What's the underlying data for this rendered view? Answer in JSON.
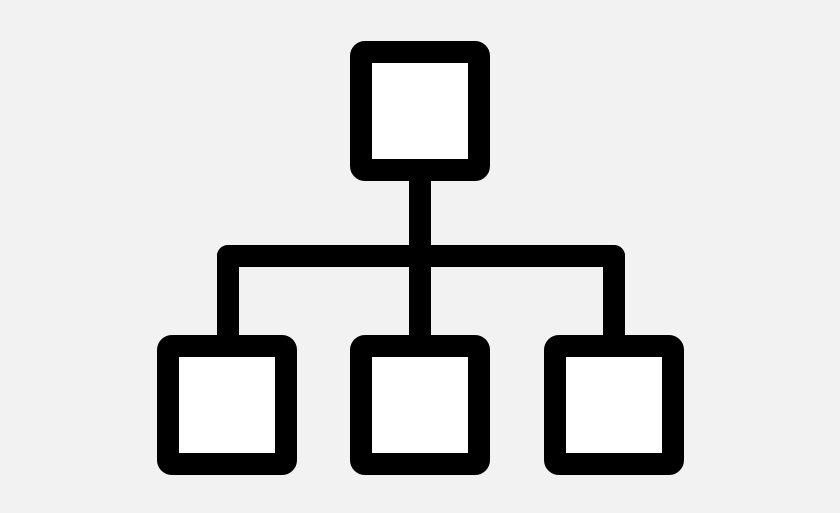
{
  "diagram": {
    "icon": "hierarchy-icon",
    "nodes": [
      {
        "id": "root",
        "level": 0
      },
      {
        "id": "child-left",
        "level": 1
      },
      {
        "id": "child-middle",
        "level": 1
      },
      {
        "id": "child-right",
        "level": 1
      }
    ],
    "edges": [
      {
        "from": "root",
        "to": "child-left"
      },
      {
        "from": "root",
        "to": "child-middle"
      },
      {
        "from": "root",
        "to": "child-right"
      }
    ],
    "colors": {
      "background": "#f2f2f2",
      "stroke": "#000000",
      "fill": "#ffffff"
    }
  }
}
